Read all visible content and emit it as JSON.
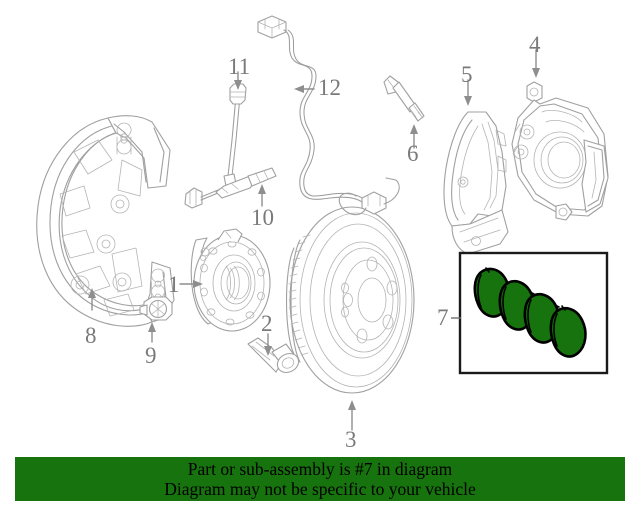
{
  "diagram": {
    "title": "Front brake assembly exploded parts diagram",
    "line_color": "#9c9c9c",
    "background_color": "#ffffff",
    "highlight_color": "#17730d",
    "highlight_outline_color": "#000000",
    "callouts": [
      {
        "id": "1",
        "label": "1",
        "part": "wheel-hub-bearing"
      },
      {
        "id": "2",
        "label": "2",
        "part": "hub-mounting-bolt"
      },
      {
        "id": "3",
        "label": "3",
        "part": "brake-rotor-disc"
      },
      {
        "id": "4",
        "label": "4",
        "part": "brake-caliper"
      },
      {
        "id": "5",
        "label": "5",
        "part": "caliper-mounting-bracket"
      },
      {
        "id": "6",
        "label": "6",
        "part": "caliper-guide-bolt"
      },
      {
        "id": "7",
        "label": "7",
        "part": "brake-pad-set"
      },
      {
        "id": "8",
        "label": "8",
        "part": "brake-dust-shield"
      },
      {
        "id": "9",
        "label": "9",
        "part": "dust-shield-bolt"
      },
      {
        "id": "10",
        "label": "10",
        "part": "brake-pad-wear-sensor"
      },
      {
        "id": "11",
        "label": "11",
        "part": "wear-sensor-grommet"
      },
      {
        "id": "12",
        "label": "12",
        "part": "wear-sensor-harness"
      }
    ],
    "highlighted_callout": "7"
  },
  "banner": {
    "line1": "Part or sub-assembly is #7 in diagram",
    "line2": "Diagram may not be specific to your vehicle",
    "background_color": "#17730d",
    "text_color": "#000000"
  }
}
